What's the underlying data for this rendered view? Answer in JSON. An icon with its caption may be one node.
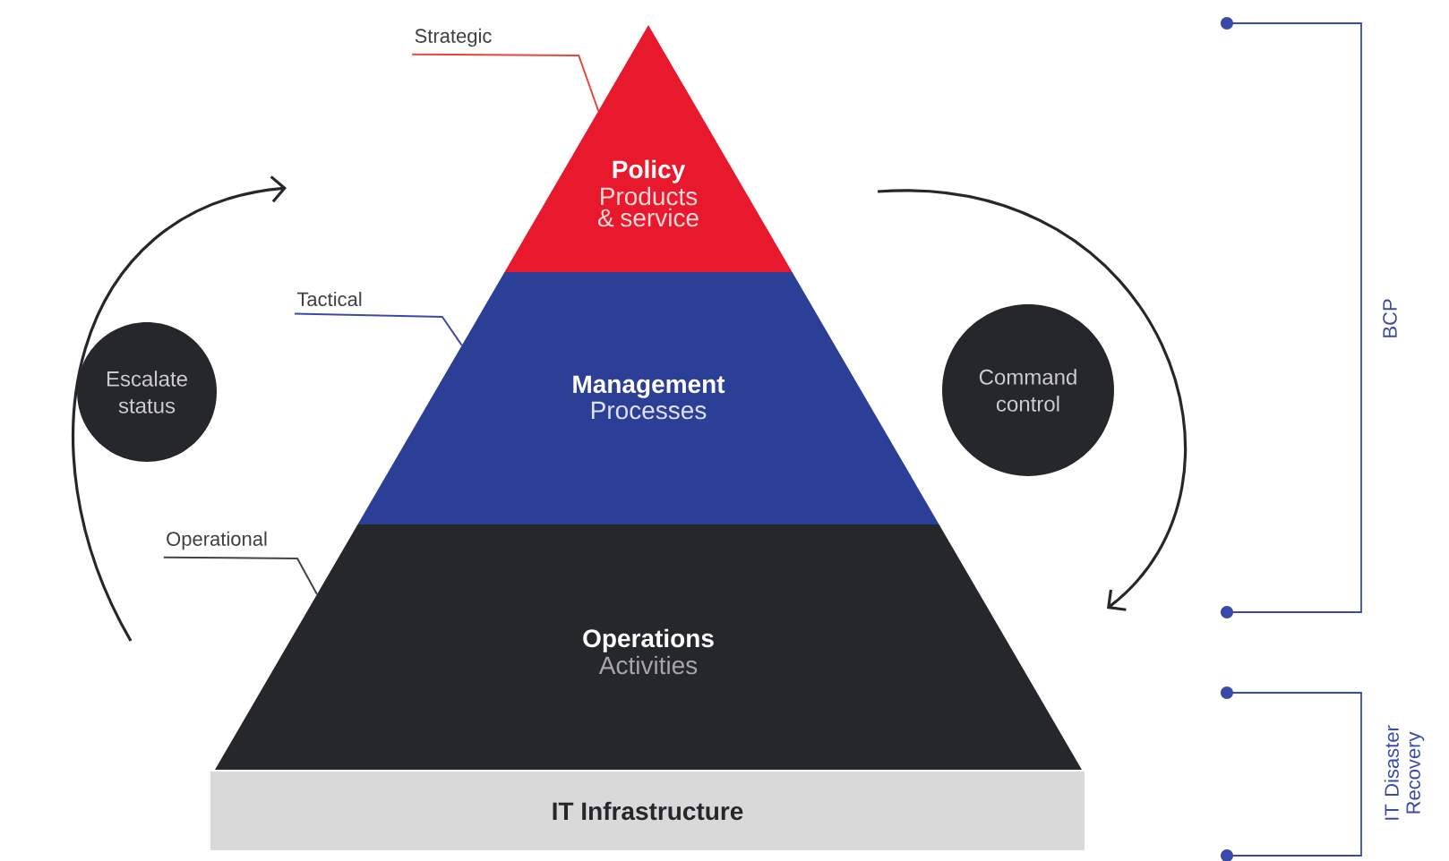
{
  "diagram": {
    "nodes": [
      {
        "text": [
          "Policy",
          "Products & service"
        ]
      },
      {
        "text": [
          "Management",
          "Processes"
        ]
      },
      {
        "text": [
          "Operations",
          "Activities"
        ]
      },
      {
        "text": [
          "IT Infrastructure"
        ]
      },
      {
        "text": [
          "Escalate status"
        ]
      },
      {
        "text": [
          "Command control"
        ]
      },
      {
        "text": [
          "Strategic"
        ]
      },
      {
        "text": [
          "Tactical"
        ]
      },
      {
        "text": [
          "Operational"
        ]
      }
    ],
    "edges": [
      {
        "from": 6,
        "to": 0,
        "arrow": "none",
        "color": "#e8453c"
      },
      {
        "from": 7,
        "to": 1,
        "arrow": "none",
        "color": "#3a4aa8"
      },
      {
        "from": 8,
        "to": 2,
        "arrow": "none",
        "color": "#444444"
      }
    ],
    "labels": [
      "BCP",
      "IT Disaster Recovery"
    ]
  }
}
